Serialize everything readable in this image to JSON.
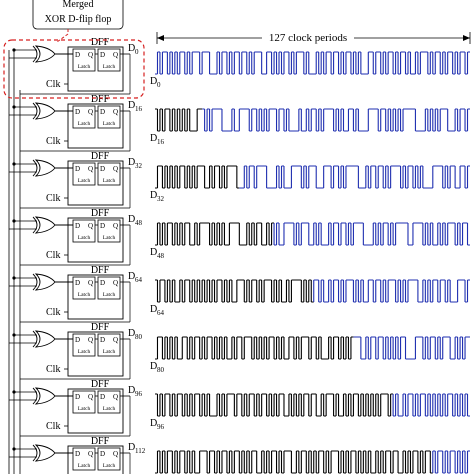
{
  "callout": {
    "line1": "Merged",
    "line2": "XOR D-flip flop"
  },
  "span_label": "127 clock periods",
  "cell": {
    "dff_label": "DFF",
    "pin_d": "D",
    "pin_q": "Q",
    "latch_label": "Latch",
    "clk_label": "Clk"
  },
  "stages": [
    {
      "out": "D",
      "sub": "0"
    },
    {
      "out": "D",
      "sub": "16"
    },
    {
      "out": "D",
      "sub": "32"
    },
    {
      "out": "D",
      "sub": "48"
    },
    {
      "out": "D",
      "sub": "64"
    },
    {
      "out": "D",
      "sub": "80"
    },
    {
      "out": "D",
      "sub": "96"
    },
    {
      "out": "D",
      "sub": "112"
    }
  ],
  "colors": {
    "black_segment": "#000000",
    "blue_segment": "#1f2fb0",
    "callout": "#d62020",
    "wire": "#000000"
  },
  "waveforms": [
    {
      "blue_start": 0,
      "bits": "0101101010110101110111000101101011011010111001101010110101110100010101101101011010100011011010110101101001011101011010110101101"
    },
    {
      "blue_start": 19,
      "bits": "1010110101010100011101011110000100111101101010111011010000100101101011110101001101000011110110101010111110000101010111000101101"
    },
    {
      "blue_start": 34,
      "bits": "0110101010110101011100101101011110001011011110000101000111101011100011101101011111000101101101011110101101010000111101011001101"
    },
    {
      "blue_start": 48,
      "bits": "0101011010101100101111010101001111000101011001010100111101011100101000101101101011110000101011010111110011110101001010111010110"
    },
    {
      "blue_start": 64,
      "bits": "1011010100101101010101010110101001110101101011101010010111101010110100101101011101010011011010111010101111001010110110100011101"
    },
    {
      "blue_start": 80,
      "bits": "0110101010011010110101101010100101101110101010110101001101011101101000101101010111100101101101010101100001110101101011100101011"
    },
    {
      "blue_start": 96,
      "bits": "1010110101101010110101000101011101101011010110101011001010101101100101110100101011010101010111010100101101011010101010110101010"
    },
    {
      "blue_start": 112,
      "bits": "0101011010110101001110110101101011010101100101011010111001011010101101011101010110101010010101101100101011010110101101011010101"
    }
  ]
}
